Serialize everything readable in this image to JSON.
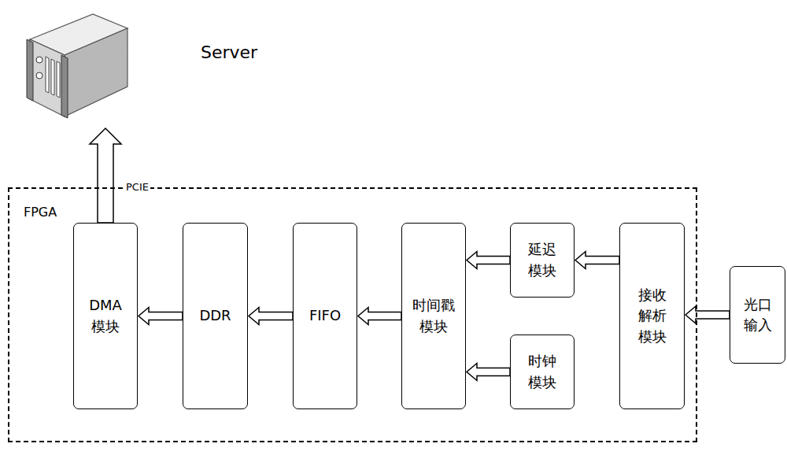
{
  "diagram": {
    "nodes": [
      {
        "text": [
          "Server"
        ]
      },
      {
        "text": [
          "FPGA"
        ]
      },
      {
        "text": [
          "DMA 模块"
        ],
        "in": 1
      },
      {
        "text": [
          "DDR"
        ],
        "in": 1
      },
      {
        "text": [
          "FIFO"
        ],
        "in": 1
      },
      {
        "text": [
          "时间戳 模块"
        ],
        "in": 1
      },
      {
        "text": [
          "延迟 模块"
        ],
        "in": 1
      },
      {
        "text": [
          "时钟 模块"
        ],
        "in": 1
      },
      {
        "text": [
          "接收 解析 模块"
        ],
        "in": 1
      },
      {
        "text": [
          "光口 输入"
        ]
      }
    ],
    "edges": [
      {
        "from": 9,
        "to": 8,
        "arrow": "to"
      },
      {
        "from": 8,
        "to": 6,
        "arrow": "to"
      },
      {
        "from": 6,
        "to": 5,
        "arrow": "to"
      },
      {
        "from": 7,
        "to": 5,
        "arrow": "to"
      },
      {
        "from": 5,
        "to": 4,
        "arrow": "to"
      },
      {
        "from": 4,
        "to": 3,
        "arrow": "to"
      },
      {
        "from": 3,
        "to": 2,
        "arrow": "to"
      },
      {
        "from": 2,
        "to": 0,
        "label": "PCIE",
        "arrow": "to"
      }
    ]
  }
}
